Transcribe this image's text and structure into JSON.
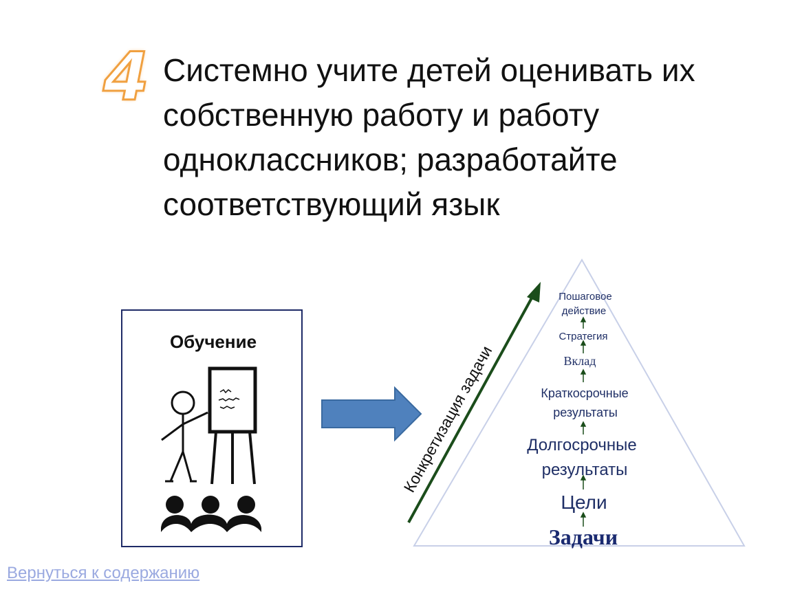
{
  "slide": {
    "number": "4",
    "title": "Системно учите детей оценивать их собственную работу и работу одноклассников; разработайте соответствующий язык"
  },
  "teaching_card": {
    "label": "Обучение"
  },
  "pyramid": {
    "axis_label": "Конкретизация задачи",
    "levels": [
      {
        "text": "Пошаговое",
        "text2": "действие"
      },
      {
        "text": "Стратегия"
      },
      {
        "text": "Вклад"
      },
      {
        "text": "Краткосрочные",
        "text2": "результаты"
      },
      {
        "text": "Долгосрочные",
        "text2": "результаты"
      },
      {
        "text": "Цели"
      },
      {
        "text": "Задачи"
      }
    ]
  },
  "navigation": {
    "back_link": "Вернуться к содержанию"
  },
  "colors": {
    "title_text": "#111111",
    "box_border": "#1e2a66",
    "block_arrow": "#4f81bd",
    "axis_arrow": "#1b4d1b",
    "pyramid_text": "#1f2f66",
    "pyramid_goal_text": "#1a2a70",
    "link": "#9aa9e0",
    "number_outline": "#f0a040"
  }
}
